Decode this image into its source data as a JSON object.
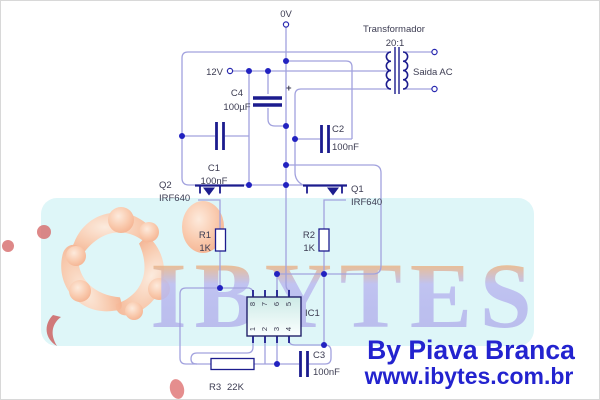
{
  "terminals": {
    "top": "0V",
    "supply": "12V"
  },
  "transformer": {
    "label": "Transformador",
    "ratio": "20:1",
    "output": "Saida AC"
  },
  "components": {
    "c1": {
      "ref": "C1",
      "value": "100nF"
    },
    "c2": {
      "ref": "C2",
      "value": "100nF"
    },
    "c3": {
      "ref": "C3",
      "value": "100nF"
    },
    "c4": {
      "ref": "C4",
      "value": "100µF",
      "polarity": "+"
    },
    "q1": {
      "ref": "Q1",
      "part": "IRF640"
    },
    "q2": {
      "ref": "Q2",
      "part": "IRF640"
    },
    "r1": {
      "ref": "R1",
      "value": "1K"
    },
    "r2": {
      "ref": "R2",
      "value": "1K"
    },
    "r3": {
      "ref": "R3",
      "value": "22K"
    },
    "ic1": {
      "ref": "IC1",
      "pins_top": [
        "8",
        "7",
        "6",
        "5"
      ],
      "pins_bottom": [
        "1",
        "2",
        "3",
        "4"
      ]
    }
  },
  "watermark": {
    "text": "IBYTES"
  },
  "credits": {
    "line1": "By Piava Branca",
    "line2": "www.ibytes.com.br"
  },
  "colors": {
    "wire": "#a2a2de",
    "component": "#1c1c8e",
    "dot": "#2222c0",
    "label": "#3c3c52",
    "credit": "#2323cf",
    "band": "#c9f1f3"
  }
}
